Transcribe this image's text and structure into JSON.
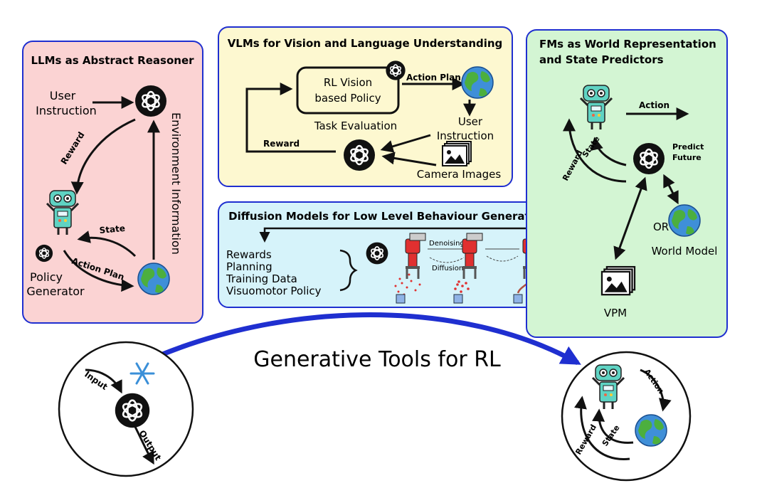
{
  "main_title": "Generative Tools for RL",
  "panels": {
    "llm": {
      "title": "LLMs as Abstract Reasoner",
      "user_instruction": "User\nInstruction",
      "reward": "Reward",
      "state": "State",
      "action_plan": "Action Plan",
      "policy_generator": "Policy\nGenerator",
      "environment_information": "Environment Information",
      "bg": "#fbd3d3"
    },
    "vlm": {
      "title": "VLMs for Vision and Language Understanding",
      "policy_box": "RL Vision\nbased Policy",
      "action_plan": "Action Plan",
      "user_instruction": "User\nInstruction",
      "task_evaluation": "Task Evaluation",
      "reward": "Reward",
      "camera_images": "Camera Images",
      "bg": "#fdf8d0"
    },
    "diffusion": {
      "title": "Diffusion Models for Low Level Behaviour Generation",
      "items": [
        "Rewards",
        "Planning",
        "Training Data",
        "Visuomotor Policy"
      ],
      "denoising": "Denoising",
      "diffusion": "Diffusion",
      "bg": "#d6f3fa"
    },
    "fm": {
      "title": "FMs as World Representation\nand State Predictors",
      "action": "Action",
      "predict_future": "Predict\nFuture",
      "state": "State",
      "reward": "Reward",
      "or": "OR",
      "world_model": "World Model",
      "vpm": "VPM",
      "bg": "#d3f5d3"
    }
  },
  "bottom_left": {
    "input": "Input",
    "output": "Output"
  },
  "bottom_right": {
    "action": "Action",
    "state": "State",
    "reward": "Reward"
  },
  "colors": {
    "border": "#1f2fd0",
    "blue_arrow": "#1f2fd0",
    "robot_body": "#5fd3c3",
    "globe_water": "#3f8fd8",
    "globe_land": "#4caf3e"
  },
  "icons": [
    "openai-logo-icon",
    "robot-icon",
    "globe-icon",
    "image-stack-icon",
    "snowflake-icon",
    "robot-arm-icon"
  ]
}
